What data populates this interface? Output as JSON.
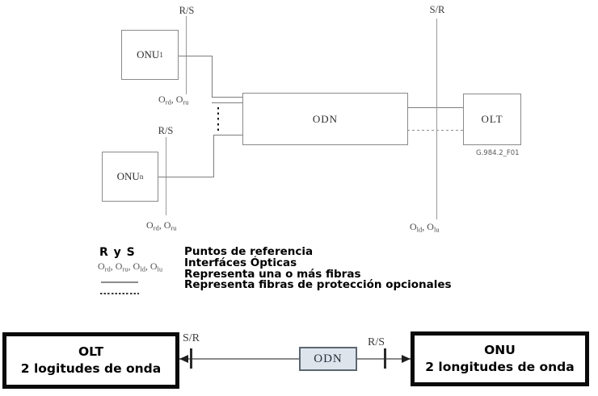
{
  "figure1": {
    "rs_label_top": "R/S",
    "rs_label_bottom": "R/S",
    "sr_label": "S/R",
    "onu1_name": "ONU",
    "onu1_sub": "1",
    "onun_name": "ONU",
    "onun_sub": "n",
    "odn_label": "ODN",
    "olt_label": "OLT",
    "figure_id": "G.984.2_F01",
    "ord_oru": {
      "p0": "O",
      "s0": "rd",
      "p1": ", O",
      "s1": "ru"
    },
    "old_olu": {
      "p0": "O",
      "s0": "ld",
      "p1": ", O",
      "s1": "lu"
    }
  },
  "legend": {
    "term_reference": "R y S",
    "interfaces": {
      "p0": "O",
      "s0": "rd",
      "p1": ", O",
      "s1": "ru",
      "p2": ", O",
      "s2": "ld",
      "p3": ", O",
      "s3": "lu"
    },
    "desc_reference": "Puntos de referencia",
    "desc_interfaces": "Interfáces Ópticas",
    "desc_fibers": "Representa una o más fibras",
    "desc_protection": "Representa fibras de protección opcionales"
  },
  "figure2": {
    "sr_label": "S/R",
    "rs_label": "R/S",
    "odn_label": "ODN",
    "olt_line1": "OLT",
    "olt_line2": "2 logitudes de onda",
    "onu_line1": "ONU",
    "onu_line2": "2 longitudes de onda"
  },
  "colors": {
    "diagram_line": "#7d7d7d",
    "reference_line": "#9a9a9a",
    "box_border": "#8a8a8a",
    "thick_border": "#0a0a0a",
    "odn_fill": "#dde4ec",
    "legend_text": "#000000"
  }
}
